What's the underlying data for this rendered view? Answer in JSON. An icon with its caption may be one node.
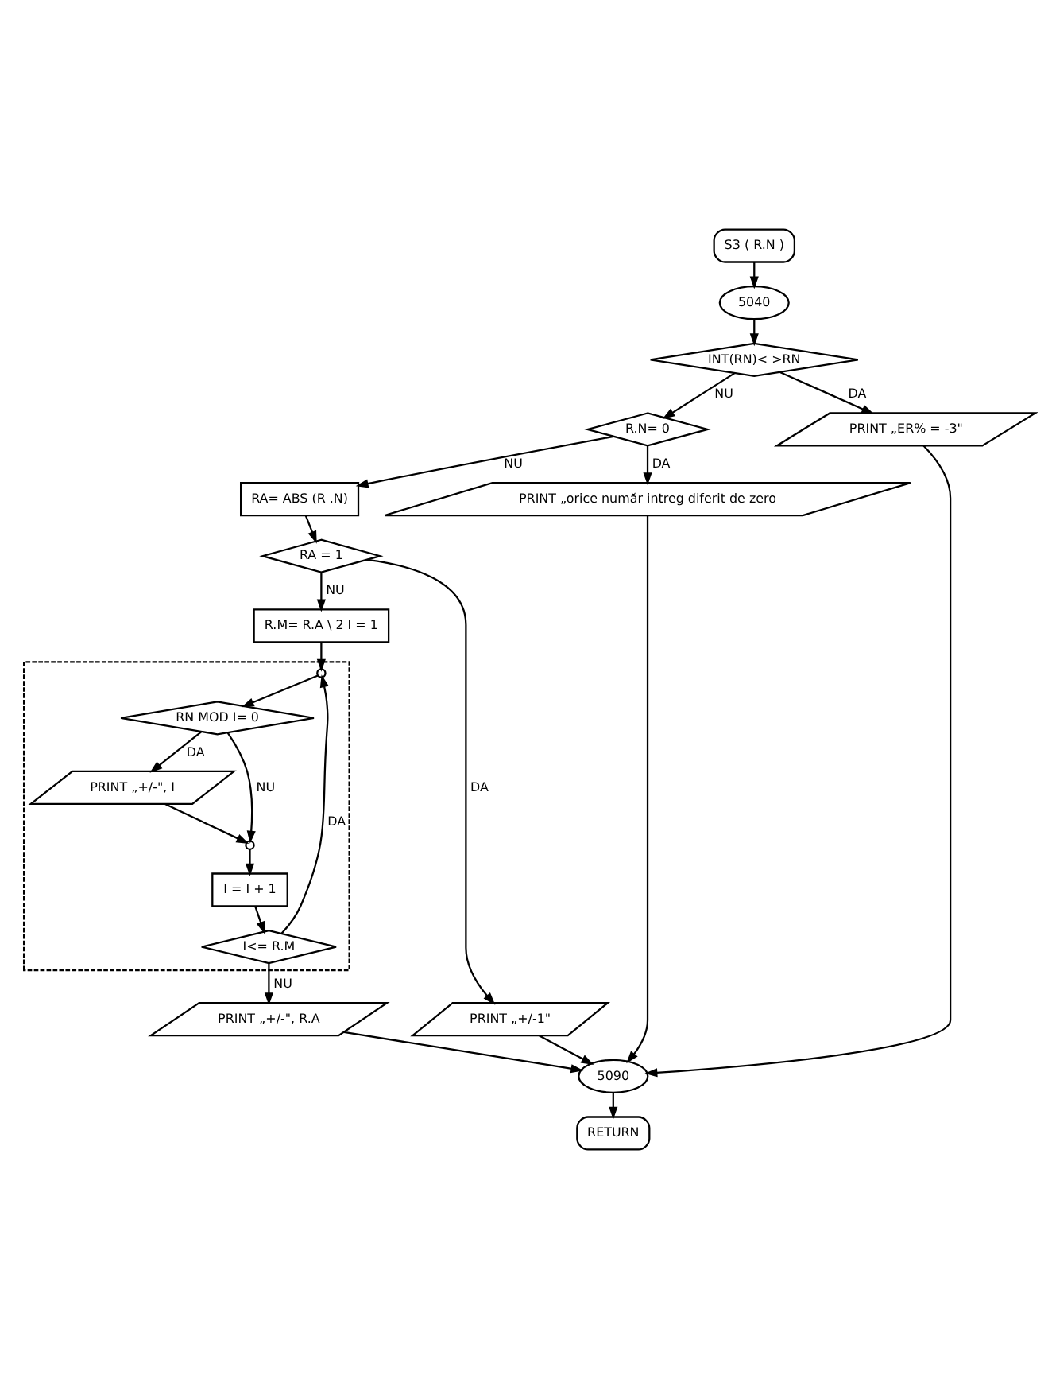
{
  "diagram": {
    "nodes": [
      {
        "text": [
          "S3 ( R.N )"
        ]
      },
      {
        "text": [
          "5040"
        ]
      },
      {
        "text": [
          "INT(RN)< >RN"
        ]
      },
      {
        "text": [
          "R.N= 0"
        ]
      },
      {
        "text": [
          "PRINT „orice număr intreg diferit de zero"
        ]
      },
      {
        "text": [
          "PRINT „ER% = -3\""
        ]
      },
      {
        "text": [
          "RA= ABS (R .N)"
        ]
      },
      {
        "text": [
          "RA = 1"
        ]
      },
      {
        "text": [
          "PRINT „+/-1\""
        ]
      },
      {
        "text": [
          "R.M= R.A \\ 2 I = 1"
        ]
      },
      {
        "text": [],
        "shape": "box"
      },
      {
        "text": [],
        "shape": "circle",
        "in": 10
      },
      {
        "text": [
          "RN MOD I= 0"
        ],
        "in": 10
      },
      {
        "text": [
          "PRINT „+/-\", I"
        ],
        "in": 10
      },
      {
        "text": [],
        "shape": "circle",
        "in": 10
      },
      {
        "text": [
          "I = I + 1"
        ],
        "in": 10
      },
      {
        "text": [
          "I<= R.M"
        ],
        "in": 10
      },
      {
        "text": [
          "PRINT „+/-\", R.A"
        ]
      },
      {
        "text": [
          "5090"
        ]
      },
      {
        "text": [
          "RETURN"
        ]
      }
    ],
    "edges": [
      {
        "from": 0,
        "to": 1,
        "arrow": "to"
      },
      {
        "from": 1,
        "to": 2,
        "arrow": "to"
      },
      {
        "from": 2,
        "to": 3,
        "arrow": "to",
        "label": "NU"
      },
      {
        "from": 2,
        "to": 5,
        "arrow": "to",
        "label": "DA"
      },
      {
        "from": 3,
        "to": 6,
        "arrow": "to",
        "label": "NU"
      },
      {
        "from": 3,
        "to": 4,
        "arrow": "to",
        "label": "DA"
      },
      {
        "from": 4,
        "to": 18,
        "arrow": "to"
      },
      {
        "from": 5,
        "to": 18,
        "arrow": "to"
      },
      {
        "from": 6,
        "to": 7,
        "arrow": "to"
      },
      {
        "from": 7,
        "to": 9,
        "arrow": "to",
        "label": "NU"
      },
      {
        "from": 7,
        "to": 8,
        "arrow": "to",
        "label": "DA"
      },
      {
        "from": 8,
        "to": 18,
        "arrow": "to"
      },
      {
        "from": 9,
        "to": 11,
        "arrow": "to"
      },
      {
        "from": 11,
        "to": 12,
        "arrow": "to"
      },
      {
        "from": 12,
        "to": 13,
        "arrow": "to",
        "label": "DA"
      },
      {
        "from": 12,
        "to": 14,
        "arrow": "to",
        "label": "NU"
      },
      {
        "from": 13,
        "to": 14,
        "arrow": "to"
      },
      {
        "from": 14,
        "to": 15,
        "arrow": "to"
      },
      {
        "from": 15,
        "to": 16,
        "arrow": "to"
      },
      {
        "from": 16,
        "to": 11,
        "arrow": "to",
        "label": "DA"
      },
      {
        "from": 16,
        "to": 17,
        "arrow": "to",
        "label": "NU"
      },
      {
        "from": 17,
        "to": 18,
        "arrow": "to"
      },
      {
        "from": 18,
        "to": 19,
        "arrow": "to"
      }
    ]
  }
}
